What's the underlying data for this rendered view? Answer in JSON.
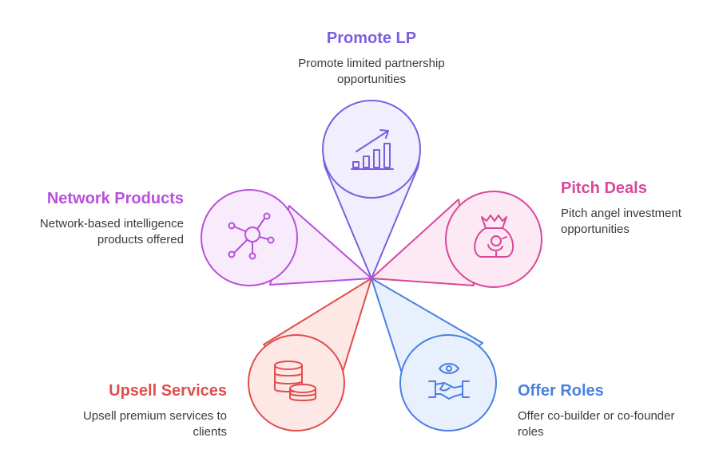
{
  "colors": {
    "promote": "#7b5fe0",
    "pitch": "#d9479a",
    "offer": "#4a80e0",
    "upsell": "#e04e4e",
    "network": "#b84fdc"
  },
  "items": {
    "promote": {
      "title": "Promote LP",
      "description": "Promote limited partnership opportunities",
      "icon": "growth-chart-icon"
    },
    "pitch": {
      "title": "Pitch Deals",
      "description": "Pitch angel investment opportunities",
      "icon": "money-bag-icon"
    },
    "offer": {
      "title": "Offer Roles",
      "description": "Offer co-builder or co-founder roles",
      "icon": "handshake-icon"
    },
    "upsell": {
      "title": "Upsell Services",
      "description": "Upsell premium services to clients",
      "icon": "coin-stack-icon"
    },
    "network": {
      "title": "Network Products",
      "description": "Network-based intelligence products offered",
      "icon": "network-icon"
    }
  }
}
